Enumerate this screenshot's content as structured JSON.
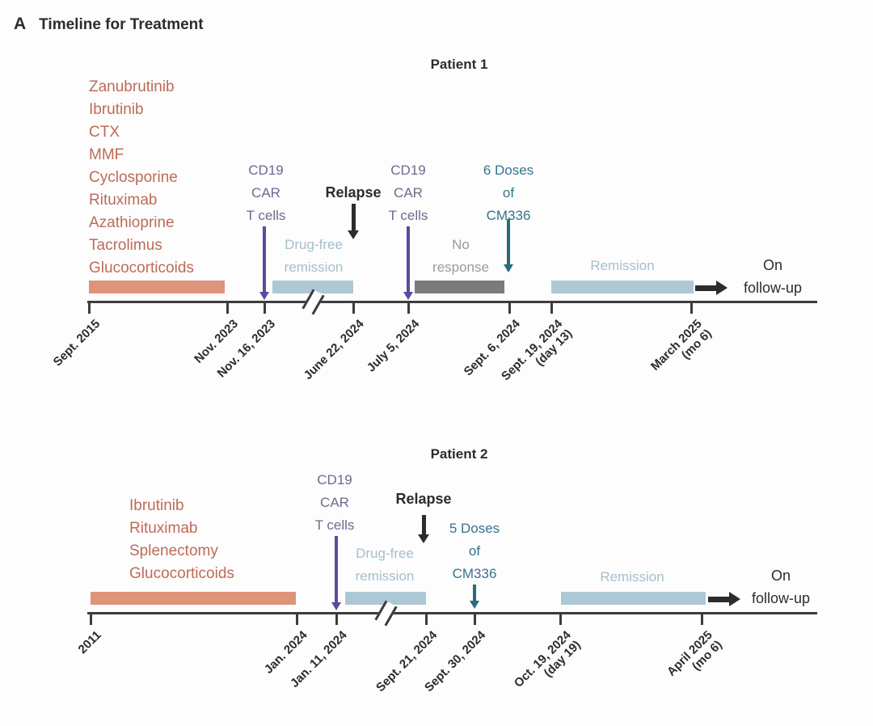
{
  "figure": {
    "panel": "A",
    "title": "Timeline for Treatment"
  },
  "colors": {
    "ink": "#2c2c2c",
    "axis": "#3c3c3c",
    "bg": "#fdfdfd",
    "drug-text": "#bd6b57",
    "drug-bar": "#de937b",
    "remission-text": "#a5bfcc",
    "remission-bar": "#adc8d5",
    "no-response-text": "#9b9b9b",
    "no-response-bar": "#7b7b7b",
    "cart-text": "#6e6a8e",
    "cart-arrow": "#5b4ba0",
    "cm336-text": "#35748a",
    "cm336-arrow": "#256c7e"
  },
  "p1": {
    "title": "Patient 1",
    "drugs": [
      "Zanubrutinib",
      "Ibrutinib",
      "CTX",
      "MMF",
      "Cyclosporine",
      "Rituximab",
      "Azathioprine",
      "Tacrolimus",
      "Glucocorticoids"
    ],
    "cart1": [
      "CD19",
      "CAR",
      "T cells"
    ],
    "drug_free": [
      "Drug-free",
      "remission"
    ],
    "relapse": "Relapse",
    "cart2": [
      "CD19",
      "CAR",
      "T cells"
    ],
    "no_response": [
      "No",
      "response"
    ],
    "cm336": [
      "6 Doses",
      "of",
      "CM336"
    ],
    "remission": "Remission",
    "follow_up": [
      "On",
      "follow-up"
    ],
    "axis": [
      {
        "l1": "Sept. 2015",
        "l2": ""
      },
      {
        "l1": "Nov. 2023",
        "l2": ""
      },
      {
        "l1": "Nov. 16, 2023",
        "l2": ""
      },
      {
        "l1": "June 22, 2024",
        "l2": ""
      },
      {
        "l1": "July 5, 2024",
        "l2": ""
      },
      {
        "l1": "Sept. 6, 2024",
        "l2": ""
      },
      {
        "l1": "Sept. 19, 2024",
        "l2": "(day 13)"
      },
      {
        "l1": "March 2025",
        "l2": "(mo 6)"
      }
    ]
  },
  "p2": {
    "title": "Patient 2",
    "drugs": [
      "Ibrutinib",
      "Rituximab",
      "Splenectomy",
      "Glucocorticoids"
    ],
    "cart": [
      "CD19",
      "CAR",
      "T cells"
    ],
    "drug_free": [
      "Drug-free",
      "remission"
    ],
    "relapse": "Relapse",
    "cm336": [
      "5 Doses",
      "of",
      "CM336"
    ],
    "remission": "Remission",
    "follow_up": [
      "On",
      "follow-up"
    ],
    "axis": [
      {
        "l1": "2011",
        "l2": ""
      },
      {
        "l1": "Jan. 2024",
        "l2": ""
      },
      {
        "l1": "Jan. 11, 2024",
        "l2": ""
      },
      {
        "l1": "Sept. 21, 2024",
        "l2": ""
      },
      {
        "l1": "Sept. 30, 2024",
        "l2": ""
      },
      {
        "l1": "Oct. 19, 2024",
        "l2": "(day 19)"
      },
      {
        "l1": "April 2025",
        "l2": "(mo 6)"
      }
    ]
  }
}
